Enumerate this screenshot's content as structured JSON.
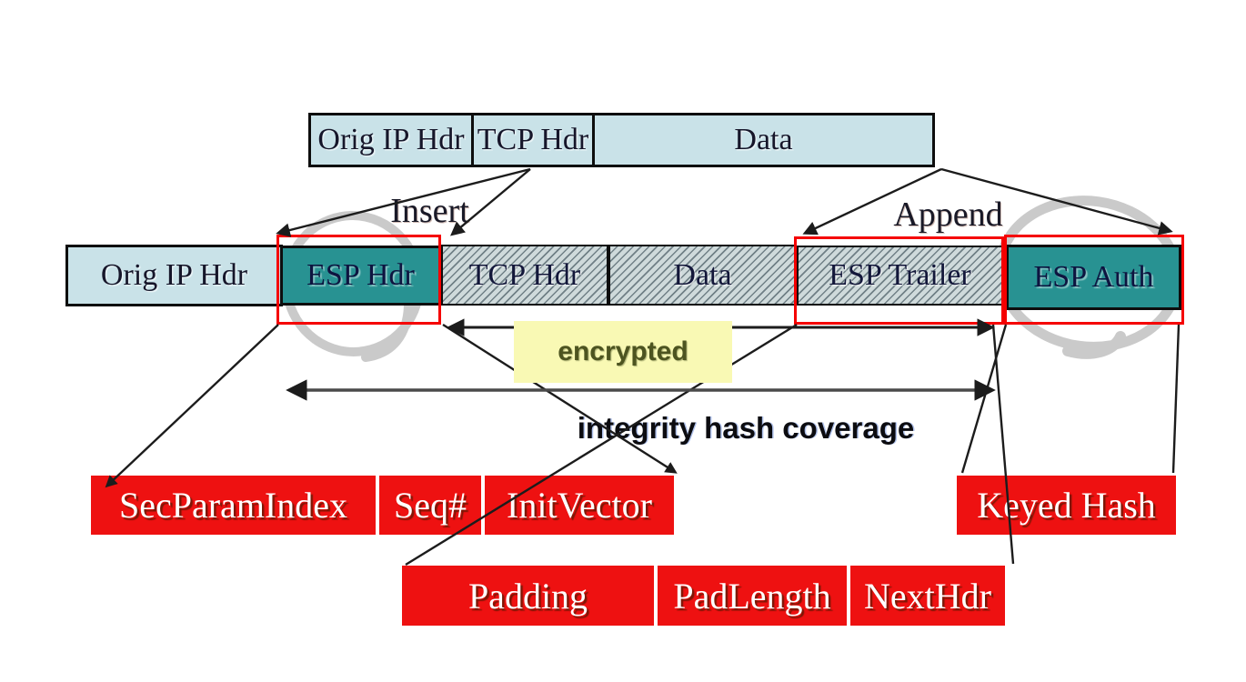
{
  "diagram": {
    "original_packet": {
      "cells": [
        {
          "label": "Orig IP Hdr"
        },
        {
          "label": "TCP Hdr"
        },
        {
          "label": "Data"
        }
      ]
    },
    "esp_packet": {
      "cells": [
        {
          "label": "Orig IP Hdr"
        },
        {
          "label": "ESP Hdr"
        },
        {
          "label": "TCP Hdr"
        },
        {
          "label": "Data"
        },
        {
          "label": "ESP Trailer"
        },
        {
          "label": "ESP Auth"
        }
      ]
    },
    "operations": {
      "insert": "Insert",
      "append": "Append"
    },
    "coverage": {
      "encrypted": "encrypted",
      "integrity": "integrity hash coverage"
    },
    "esp_header_fields": {
      "cells": [
        {
          "label": "SecParamIndex"
        },
        {
          "label": "Seq#"
        },
        {
          "label": "InitVector"
        }
      ]
    },
    "esp_trailer_fields": {
      "cells": [
        {
          "label": "Padding"
        },
        {
          "label": "PadLength"
        },
        {
          "label": "NextHdr"
        }
      ]
    },
    "esp_auth_fields": {
      "cells": [
        {
          "label": "Keyed Hash"
        }
      ]
    },
    "colors": {
      "plain_header_blue": "#c9e2e8",
      "esp_teal": "#289292",
      "hatched_background": "#cfdadb",
      "field_red": "#ee1111",
      "outline_red": "#f50000",
      "highlight_yellow": "#f9f9b4",
      "encrypted_text_olive": "#4d5420",
      "annotation_gray": "#cacaca"
    }
  }
}
